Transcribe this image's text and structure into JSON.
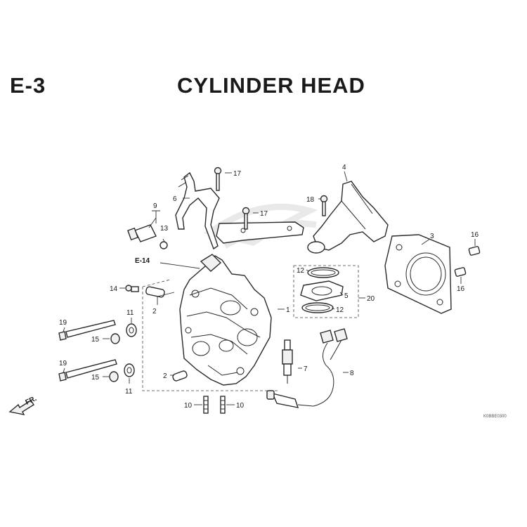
{
  "header": {
    "section_code": "E-3",
    "title": "CYLINDER HEAD"
  },
  "reference": {
    "label": "E-14"
  },
  "direction": {
    "label": "FR."
  },
  "drawing_code": "K0BBE0300",
  "callouts": [
    {
      "id": "c1",
      "label": "1"
    },
    {
      "id": "c2a",
      "label": "2"
    },
    {
      "id": "c2b",
      "label": "2"
    },
    {
      "id": "c3",
      "label": "3"
    },
    {
      "id": "c4",
      "label": "4"
    },
    {
      "id": "c5",
      "label": "5"
    },
    {
      "id": "c6",
      "label": "6"
    },
    {
      "id": "c7",
      "label": "7"
    },
    {
      "id": "c8",
      "label": "8"
    },
    {
      "id": "c9",
      "label": "9"
    },
    {
      "id": "c10a",
      "label": "10"
    },
    {
      "id": "c10b",
      "label": "10"
    },
    {
      "id": "c11a",
      "label": "11"
    },
    {
      "id": "c11b",
      "label": "11"
    },
    {
      "id": "c12a",
      "label": "12"
    },
    {
      "id": "c12b",
      "label": "12"
    },
    {
      "id": "c13",
      "label": "13"
    },
    {
      "id": "c14",
      "label": "14"
    },
    {
      "id": "c15a",
      "label": "15"
    },
    {
      "id": "c15b",
      "label": "15"
    },
    {
      "id": "c16a",
      "label": "16"
    },
    {
      "id": "c16b",
      "label": "16"
    },
    {
      "id": "c17a",
      "label": "17"
    },
    {
      "id": "c17b",
      "label": "17"
    },
    {
      "id": "c18",
      "label": "18"
    },
    {
      "id": "c19a",
      "label": "19"
    },
    {
      "id": "c19b",
      "label": "19"
    },
    {
      "id": "c20",
      "label": "20"
    }
  ]
}
